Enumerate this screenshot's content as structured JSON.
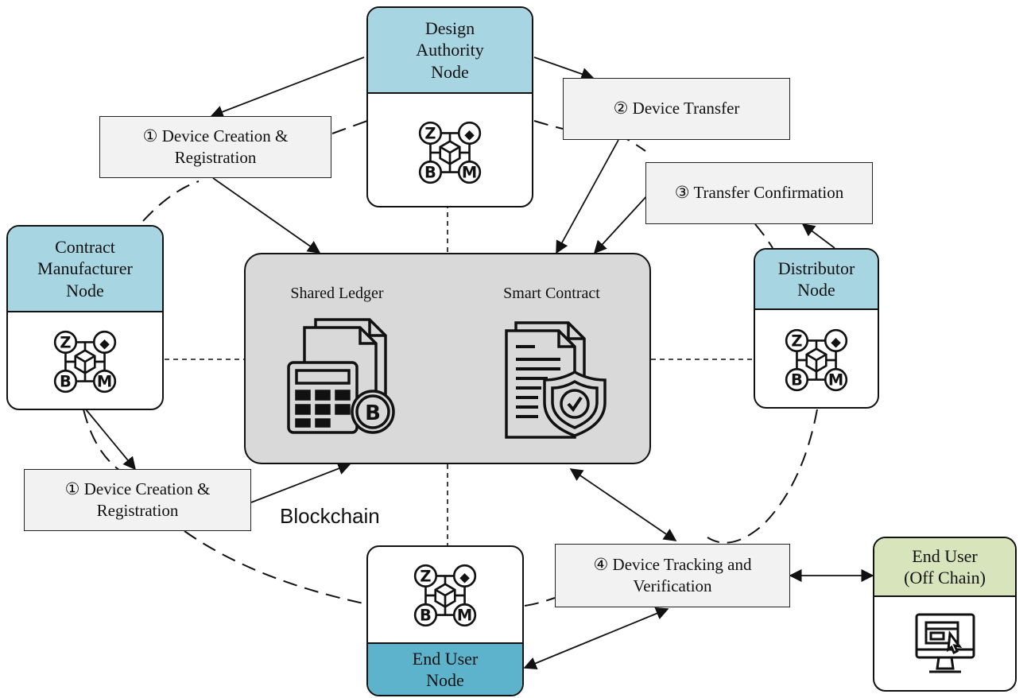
{
  "colors": {
    "node_header": "#a8d5e2",
    "end_user_node_header": "#5cb3cb",
    "offchain_header": "#d8e4bc",
    "label_fill": "#f2f2f2",
    "ledger_fill": "#d9d9d9",
    "line": "#111111"
  },
  "nodes": {
    "design_authority": "Design\nAuthority\nNode",
    "contract_manufacturer": "Contract\nManufacturer\nNode",
    "distributor": "Distributor\nNode",
    "end_user": "End User\nNode",
    "end_user_offchain": "End User\n(Off Chain)"
  },
  "blockchain": {
    "label": "Blockchain",
    "shared_ledger": "Shared Ledger",
    "smart_contract": "Smart Contract"
  },
  "steps": {
    "creation_top": "① Device Creation &\nRegistration",
    "creation_bottom": "① Device Creation &\nRegistration",
    "transfer": "② Device Transfer",
    "confirmation": "③ Transfer Confirmation",
    "tracking": "④ Device Tracking and\nVerification"
  },
  "icons": {
    "node_icon": "crypto-network-icon",
    "ledger_icon": "ledger-calculator-bitcoin-icon",
    "contract_icon": "contract-shield-check-icon",
    "offchain_icon": "computer-monitor-cursor-icon"
  }
}
